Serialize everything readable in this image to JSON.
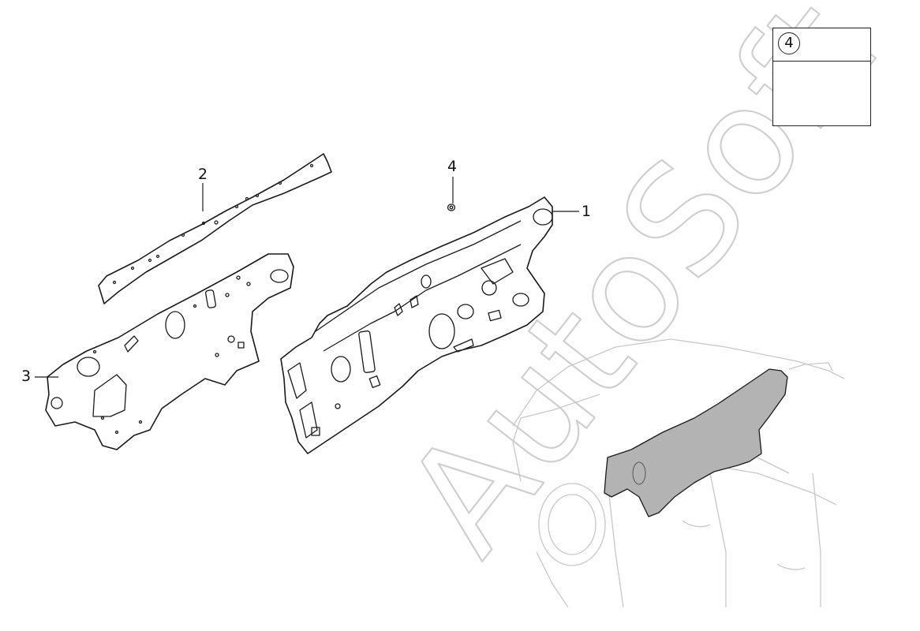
{
  "callouts": {
    "part1": "1",
    "part2": "2",
    "part3": "3",
    "part4": "4"
  },
  "detail": {
    "number": "4",
    "icon": "hex-flange-nut-icon"
  },
  "watermark": {
    "text": "AutoSoft",
    "color": "#d9d9d9"
  },
  "colors": {
    "line": "#1a1a1a",
    "highlight": "#b3b3b3",
    "car_outline": "#c8c8c8"
  }
}
